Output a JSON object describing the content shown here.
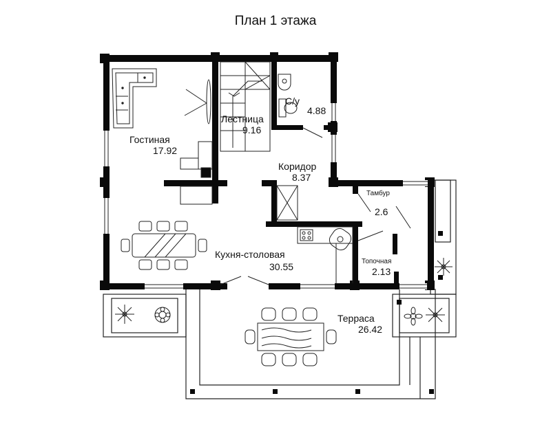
{
  "title": "План 1 этажа",
  "colors": {
    "wall": "#0a0a0a",
    "line": "#222222",
    "background": "#ffffff"
  },
  "rooms": [
    {
      "id": "living",
      "name": "Гостиная",
      "area": "17.92"
    },
    {
      "id": "stairs",
      "name": "Лестница",
      "area": "9.16"
    },
    {
      "id": "wc",
      "name": "С/у",
      "area": "4.88"
    },
    {
      "id": "corridor",
      "name": "Коридор",
      "area": "8.37"
    },
    {
      "id": "vestibule",
      "name": "Тамбур",
      "area": "2.6"
    },
    {
      "id": "kitchen",
      "name": "Кухня-столовая",
      "area": "30.55"
    },
    {
      "id": "furnace",
      "name": "Топочная",
      "area": "2.13"
    },
    {
      "id": "terrace",
      "name": "Терраса",
      "area": "26.42"
    }
  ],
  "furniture_icons": [
    "corner-sofa-icon",
    "armchair-icon",
    "fireplace-icon",
    "dining-table-icon",
    "stove-icon",
    "sink-icon",
    "toilet-icon",
    "washbasin-icon",
    "plant-icon",
    "terrace-table-icon"
  ]
}
